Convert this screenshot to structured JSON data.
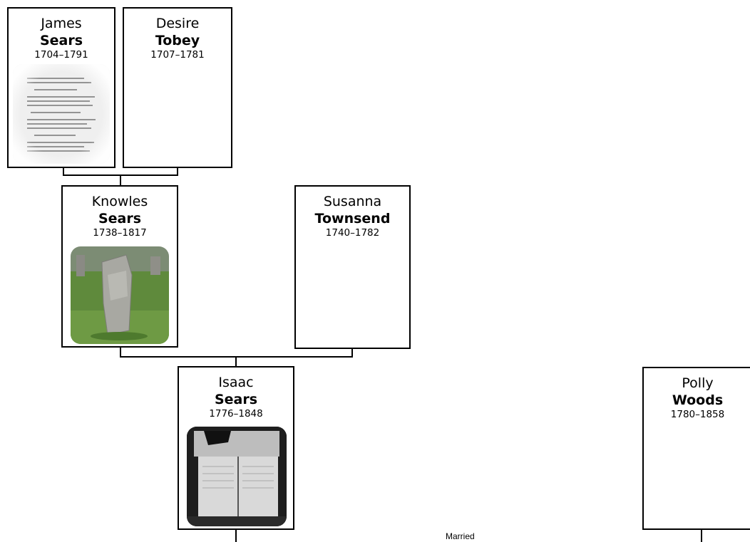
{
  "people": {
    "james": {
      "first": "James",
      "last": "Sears",
      "dates": "1704–1791",
      "photo": "document-photo"
    },
    "desire": {
      "first": "Desire",
      "last": "Tobey",
      "dates": "1707–1781"
    },
    "knowles": {
      "first": "Knowles",
      "last": "Sears",
      "dates": "1738–1817",
      "photo": "gravestone-photo"
    },
    "susanna": {
      "first": "Susanna",
      "last": "Townsend",
      "dates": "1740–1782"
    },
    "isaac": {
      "first": "Isaac",
      "last": "Sears",
      "dates": "1776–1848",
      "photo": "record-book-photo"
    },
    "polly": {
      "first": "Polly",
      "last": "Woods",
      "dates": "1780–1858"
    }
  },
  "relations": {
    "married_label": "Married"
  }
}
